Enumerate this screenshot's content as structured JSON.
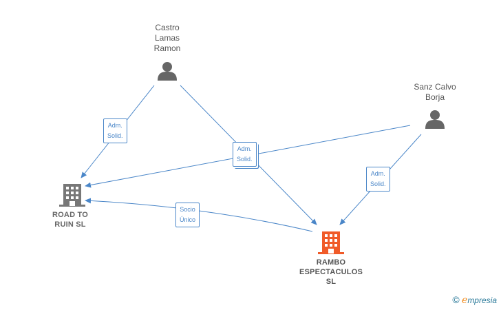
{
  "nodes": {
    "castro": {
      "label": "Castro\nLamas\nRamon",
      "type": "person"
    },
    "sanz": {
      "label": "Sanz Calvo\nBorja",
      "type": "person"
    },
    "road": {
      "label": "ROAD TO\nRUIN  SL",
      "type": "company"
    },
    "rambo": {
      "label": "RAMBO\nESPECTACULOS\nSL",
      "type": "company-highlighted"
    }
  },
  "edges": {
    "castro_road": "Adm.\nSolid.",
    "shared_rambo_road": "Adm.\nSolid.",
    "sanz_rambo": "Adm.\nSolid.",
    "rambo_road_socio": "Socio\nÚnico"
  },
  "colors": {
    "edge": "#4a86c8",
    "person_icon": "#666666",
    "company_icon": "#777777",
    "highlight_company": "#f05a28"
  },
  "watermark": {
    "copyright": "©",
    "brand_first": "e",
    "brand_rest": "mpresia"
  }
}
